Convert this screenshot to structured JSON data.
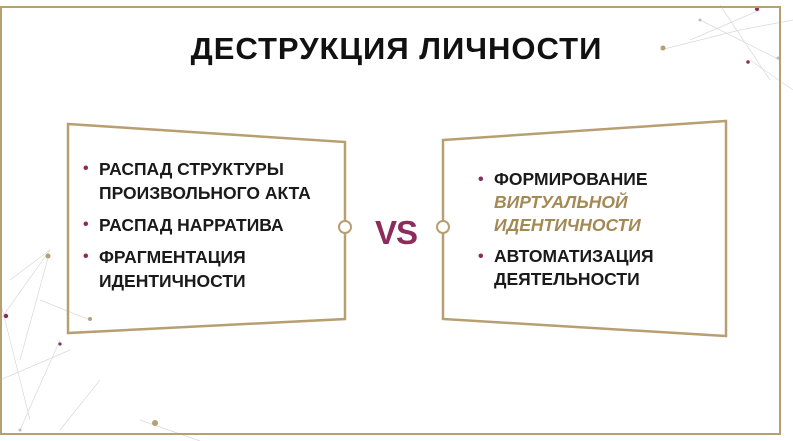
{
  "title": "ДЕСТРУКЦИЯ ЛИЧНОСТИ",
  "vs": "VS",
  "left_items": [
    "РАСПАД СТРУКТУРЫ ПРОИЗВОЛЬНОГО АКТА",
    "РАСПАД НАРРАТИВА",
    "ФРАГМЕНТАЦИЯ ИДЕНТИЧНОСТИ"
  ],
  "right_items": [
    {
      "text": "ФОРМИРОВАНИЕ",
      "accent": "ВИРТУАЛЬНОЙ ИДЕНТИЧНОСТИ"
    },
    {
      "text": "АВТОМАТИЗАЦИЯ ДЕЯТЕЛЬНОСТИ",
      "accent": ""
    }
  ],
  "bullet": "•",
  "colors": {
    "frame": "#b79f72",
    "accent_gold": "#a38954",
    "accent_purple": "#8b2c5c",
    "text": "#111111"
  }
}
